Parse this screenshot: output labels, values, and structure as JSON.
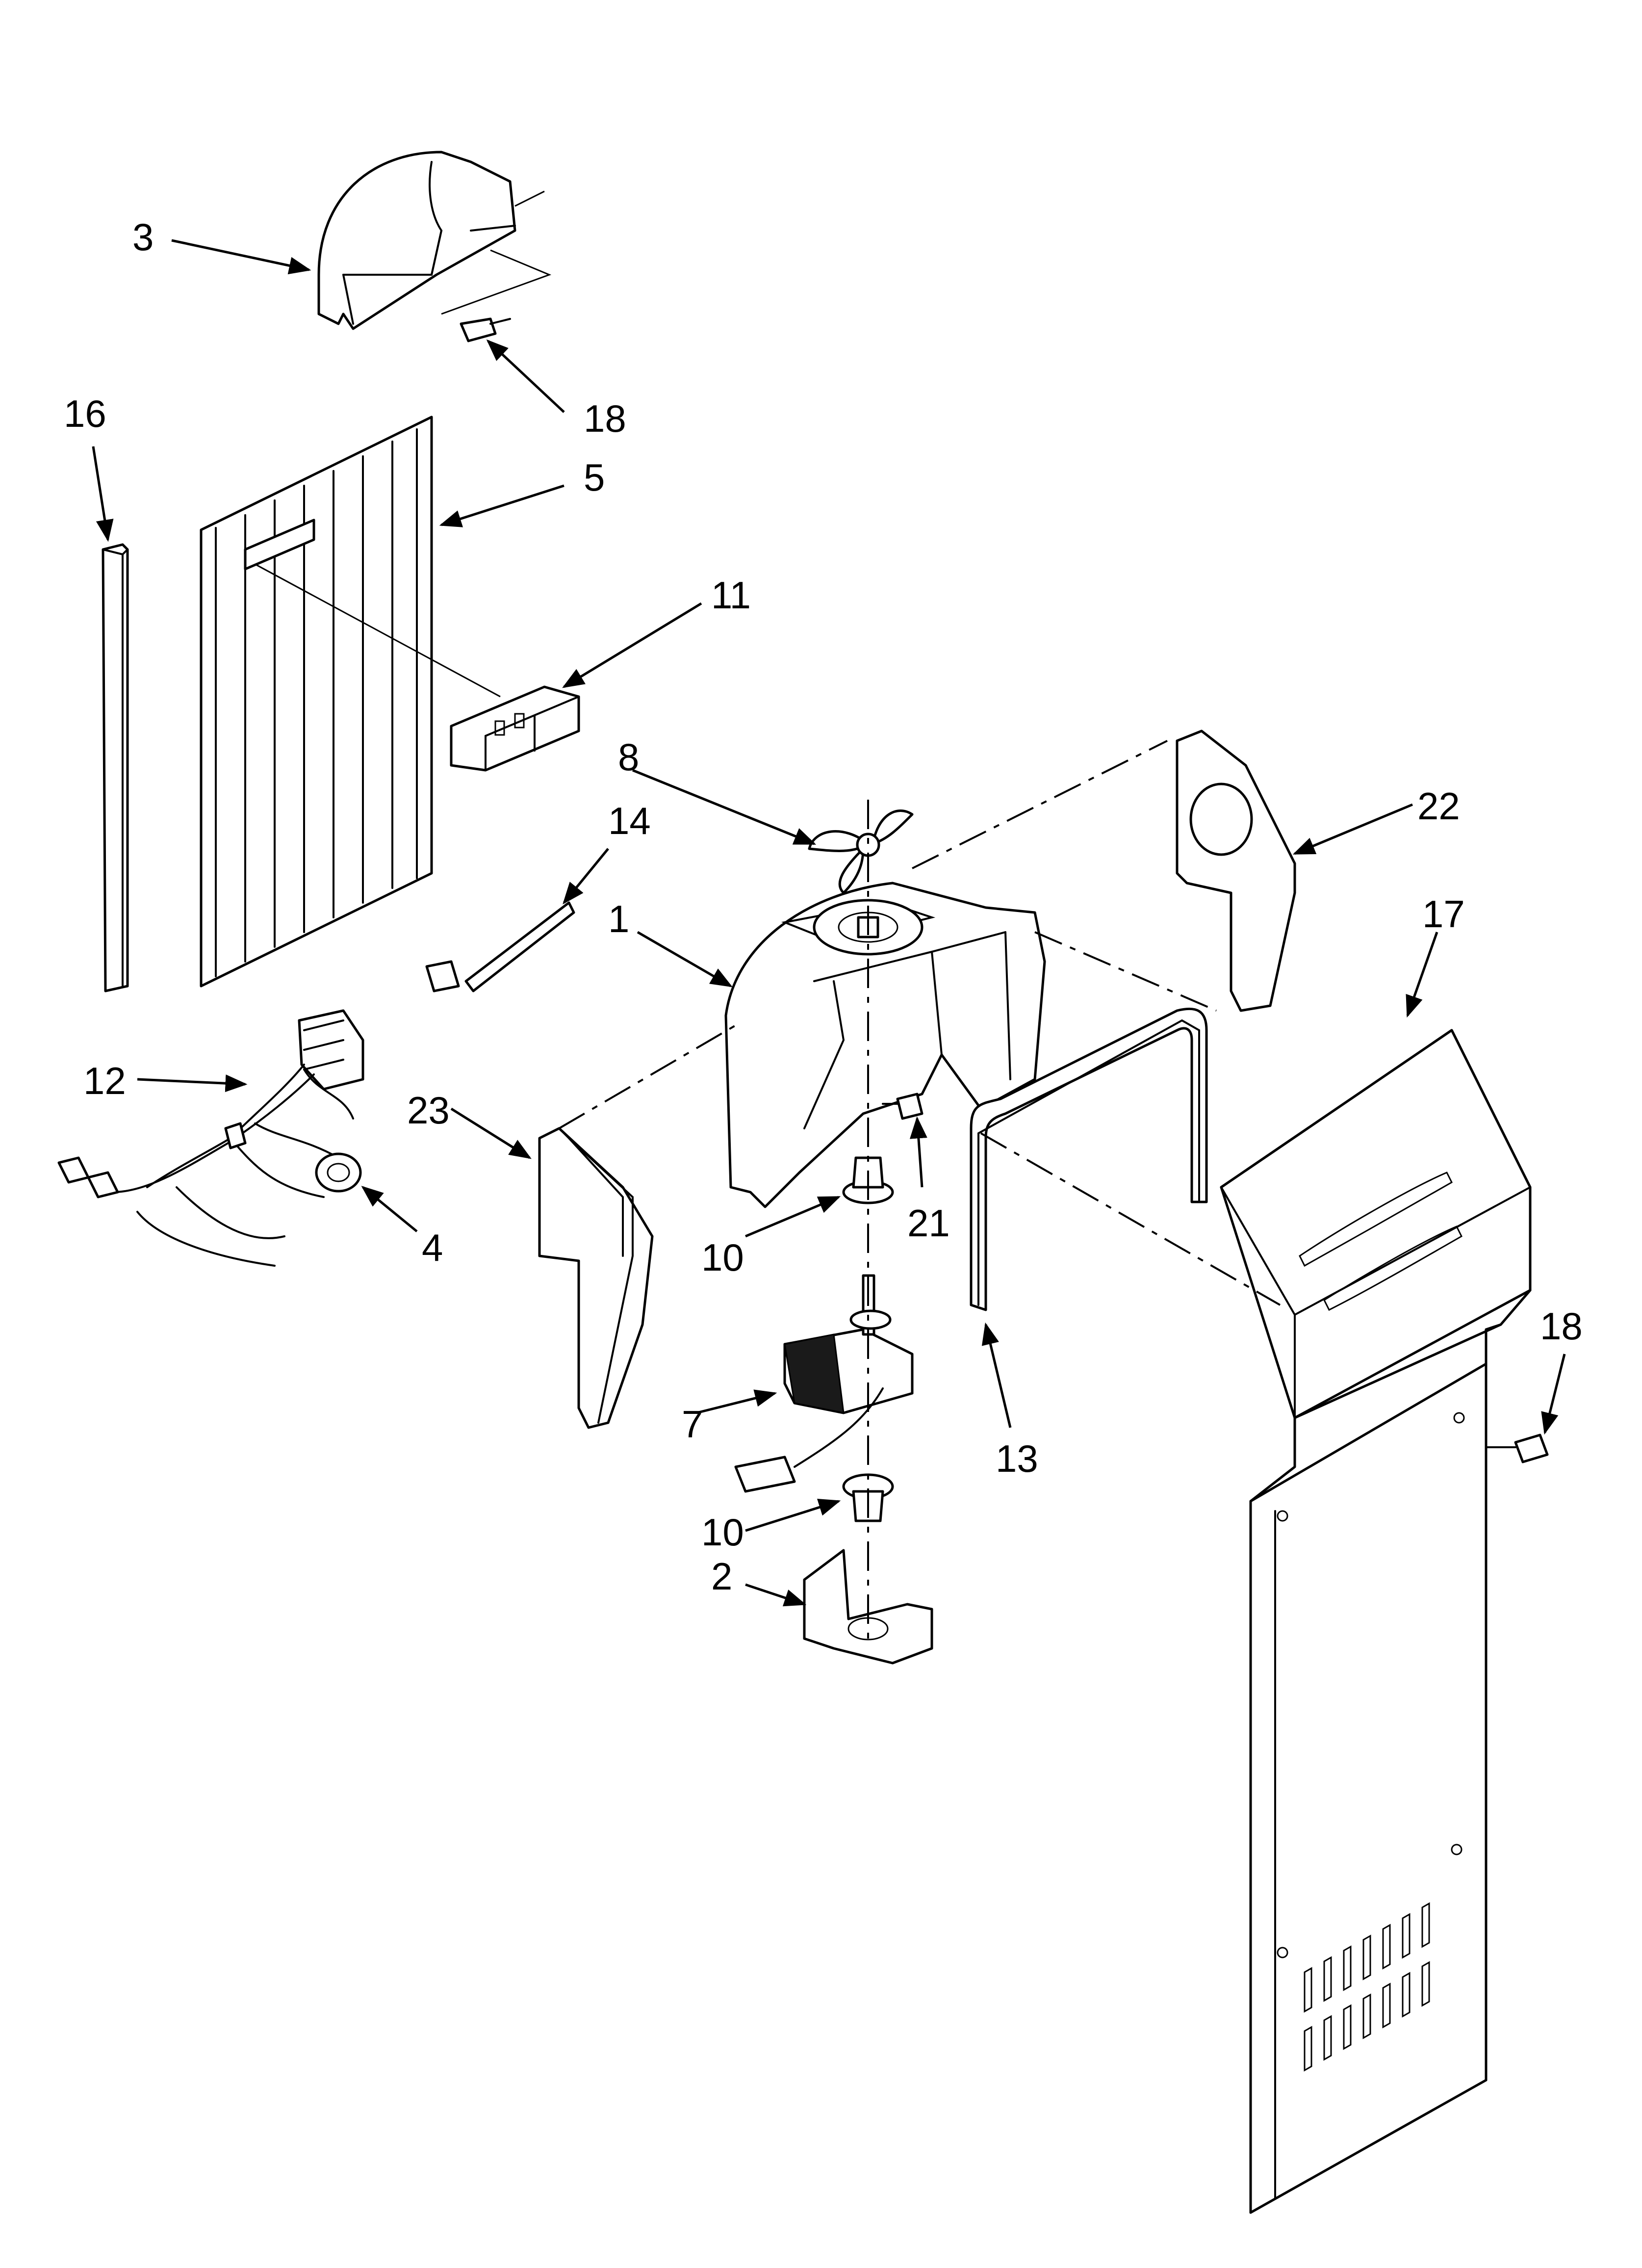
{
  "callouts": {
    "c1": "1",
    "c2": "2",
    "c3": "3",
    "c4": "4",
    "c5": "5",
    "c7": "7",
    "c8": "8",
    "c10a": "10",
    "c10b": "10",
    "c11": "11",
    "c12": "12",
    "c13": "13",
    "c14": "14",
    "c16": "16",
    "c17": "17",
    "c18a": "18",
    "c18b": "18",
    "c21": "21",
    "c22": "22",
    "c23": "23"
  }
}
